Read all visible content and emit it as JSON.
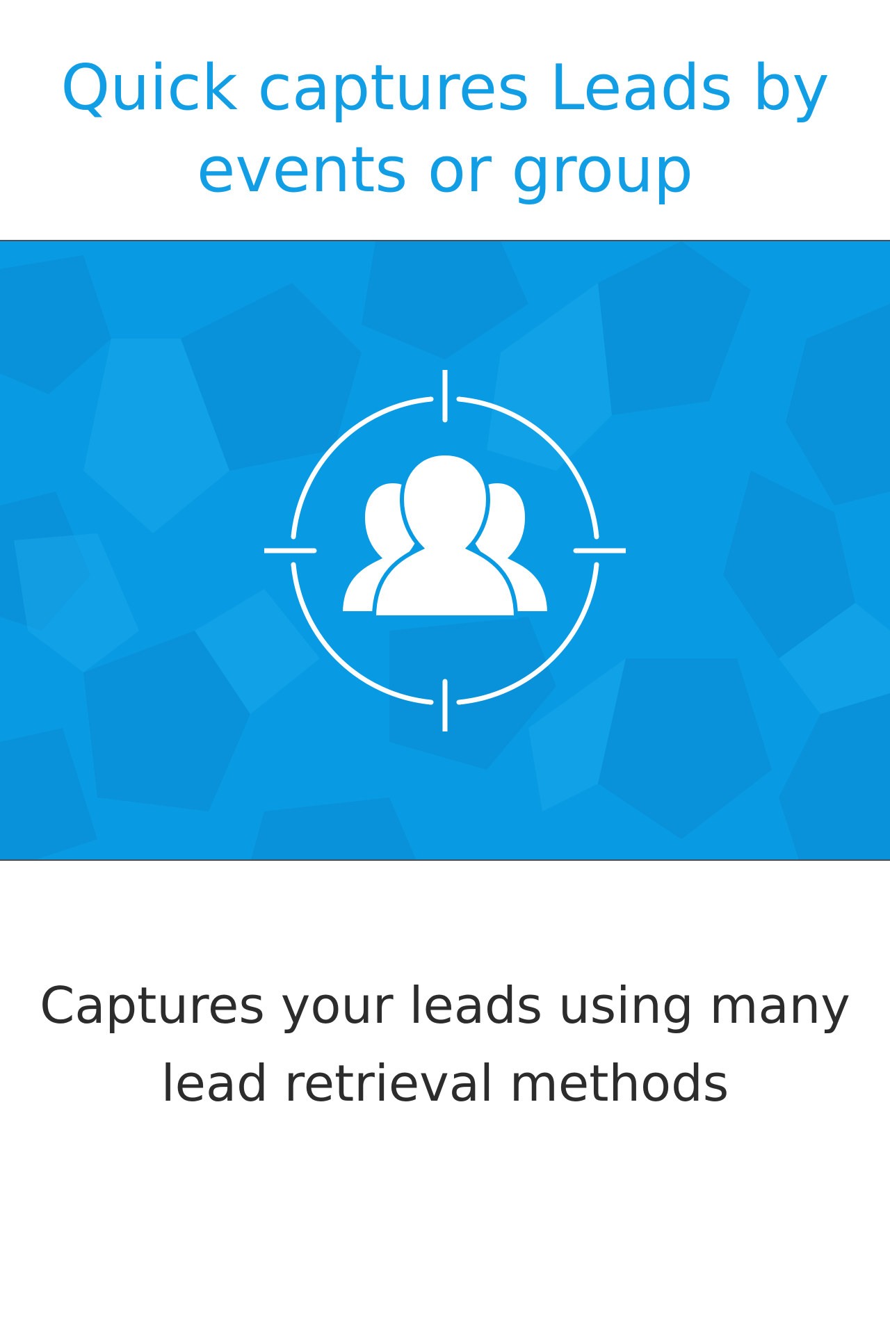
{
  "headline": {
    "line1": "Quick captures Leads by",
    "line2": "events or group"
  },
  "banner": {
    "background_color": "#089be3",
    "icon": "group-target-icon"
  },
  "caption": {
    "line1": "Captures your leads using many",
    "line2": "lead retrieval methods"
  },
  "colors": {
    "headline": "#129ee4",
    "caption": "#2c2c2c",
    "icon": "#ffffff"
  }
}
